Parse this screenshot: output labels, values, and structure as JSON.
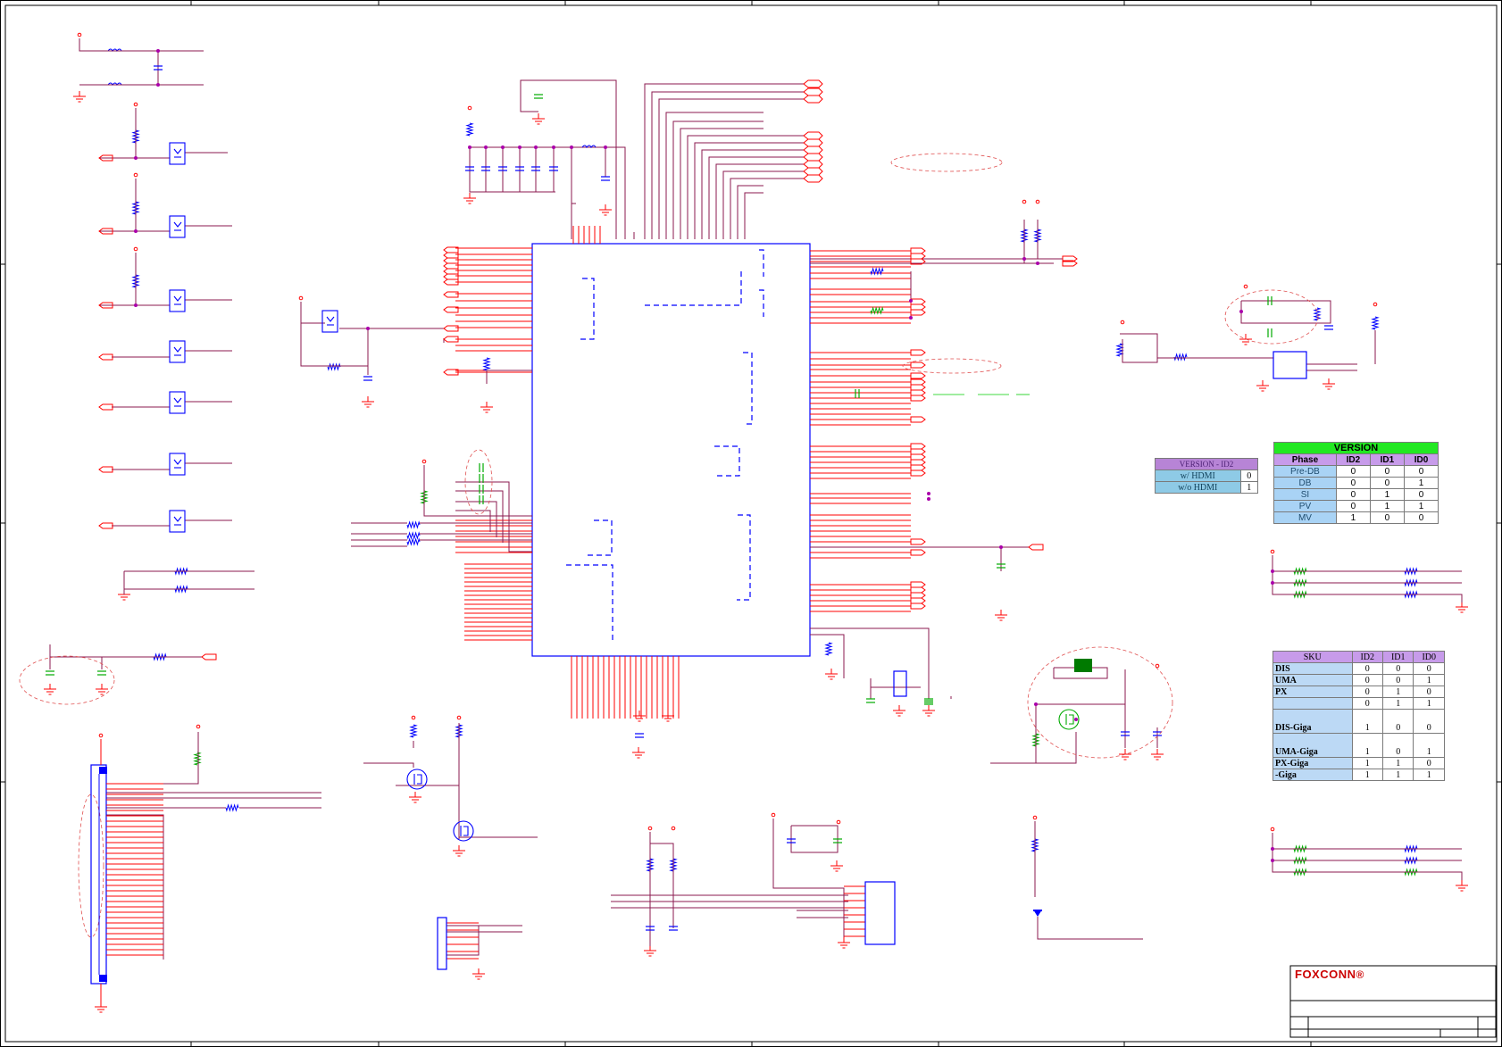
{
  "tables": {
    "version_id2": {
      "header": "VERSION - ID2",
      "rows": [
        {
          "label": "w/ HDMI",
          "value": "0"
        },
        {
          "label": "w/o HDMI",
          "value": "1"
        }
      ]
    },
    "version": {
      "title": "VERSION",
      "columns": [
        "Phase",
        "ID2",
        "ID1",
        "ID0"
      ],
      "rows": [
        [
          "Pre-DB",
          "0",
          "0",
          "0"
        ],
        [
          "DB",
          "0",
          "0",
          "1"
        ],
        [
          "SI",
          "0",
          "1",
          "0"
        ],
        [
          "PV",
          "0",
          "1",
          "1"
        ],
        [
          "MV",
          "1",
          "0",
          "0"
        ]
      ]
    },
    "sku": {
      "columns": [
        "SKU",
        "ID2",
        "ID1",
        "ID0"
      ],
      "rows": [
        {
          "cells": [
            "DIS",
            "0",
            "0",
            "0"
          ],
          "tall": false
        },
        {
          "cells": [
            "UMA",
            "0",
            "0",
            "1"
          ],
          "tall": false
        },
        {
          "cells": [
            "PX",
            "0",
            "1",
            "0"
          ],
          "tall": false
        },
        {
          "cells": [
            "",
            "0",
            "1",
            "1"
          ],
          "tall": false
        },
        {
          "cells": [
            "DIS-Giga",
            "1",
            "0",
            "0"
          ],
          "tall": true
        },
        {
          "cells": [
            "UMA-Giga",
            "1",
            "0",
            "1"
          ],
          "tall": true
        },
        {
          "cells": [
            "PX-Giga",
            "1",
            "1",
            "0"
          ],
          "tall": false
        },
        {
          "cells": [
            "-Giga",
            "1",
            "1",
            "1"
          ],
          "tall": false
        }
      ]
    }
  },
  "title_block": {
    "logo_text": "FOXCONN",
    "logo_mark": "®"
  },
  "colors": {
    "wire": "#8b1a4f",
    "pin": "#ff0000",
    "ic_outline": "#0000ff",
    "component": "#0000ff",
    "capacitor_alt": "#00aa00",
    "ground": "#ff0000",
    "border": "#000000",
    "annotation_ellipse": "#e05050"
  }
}
